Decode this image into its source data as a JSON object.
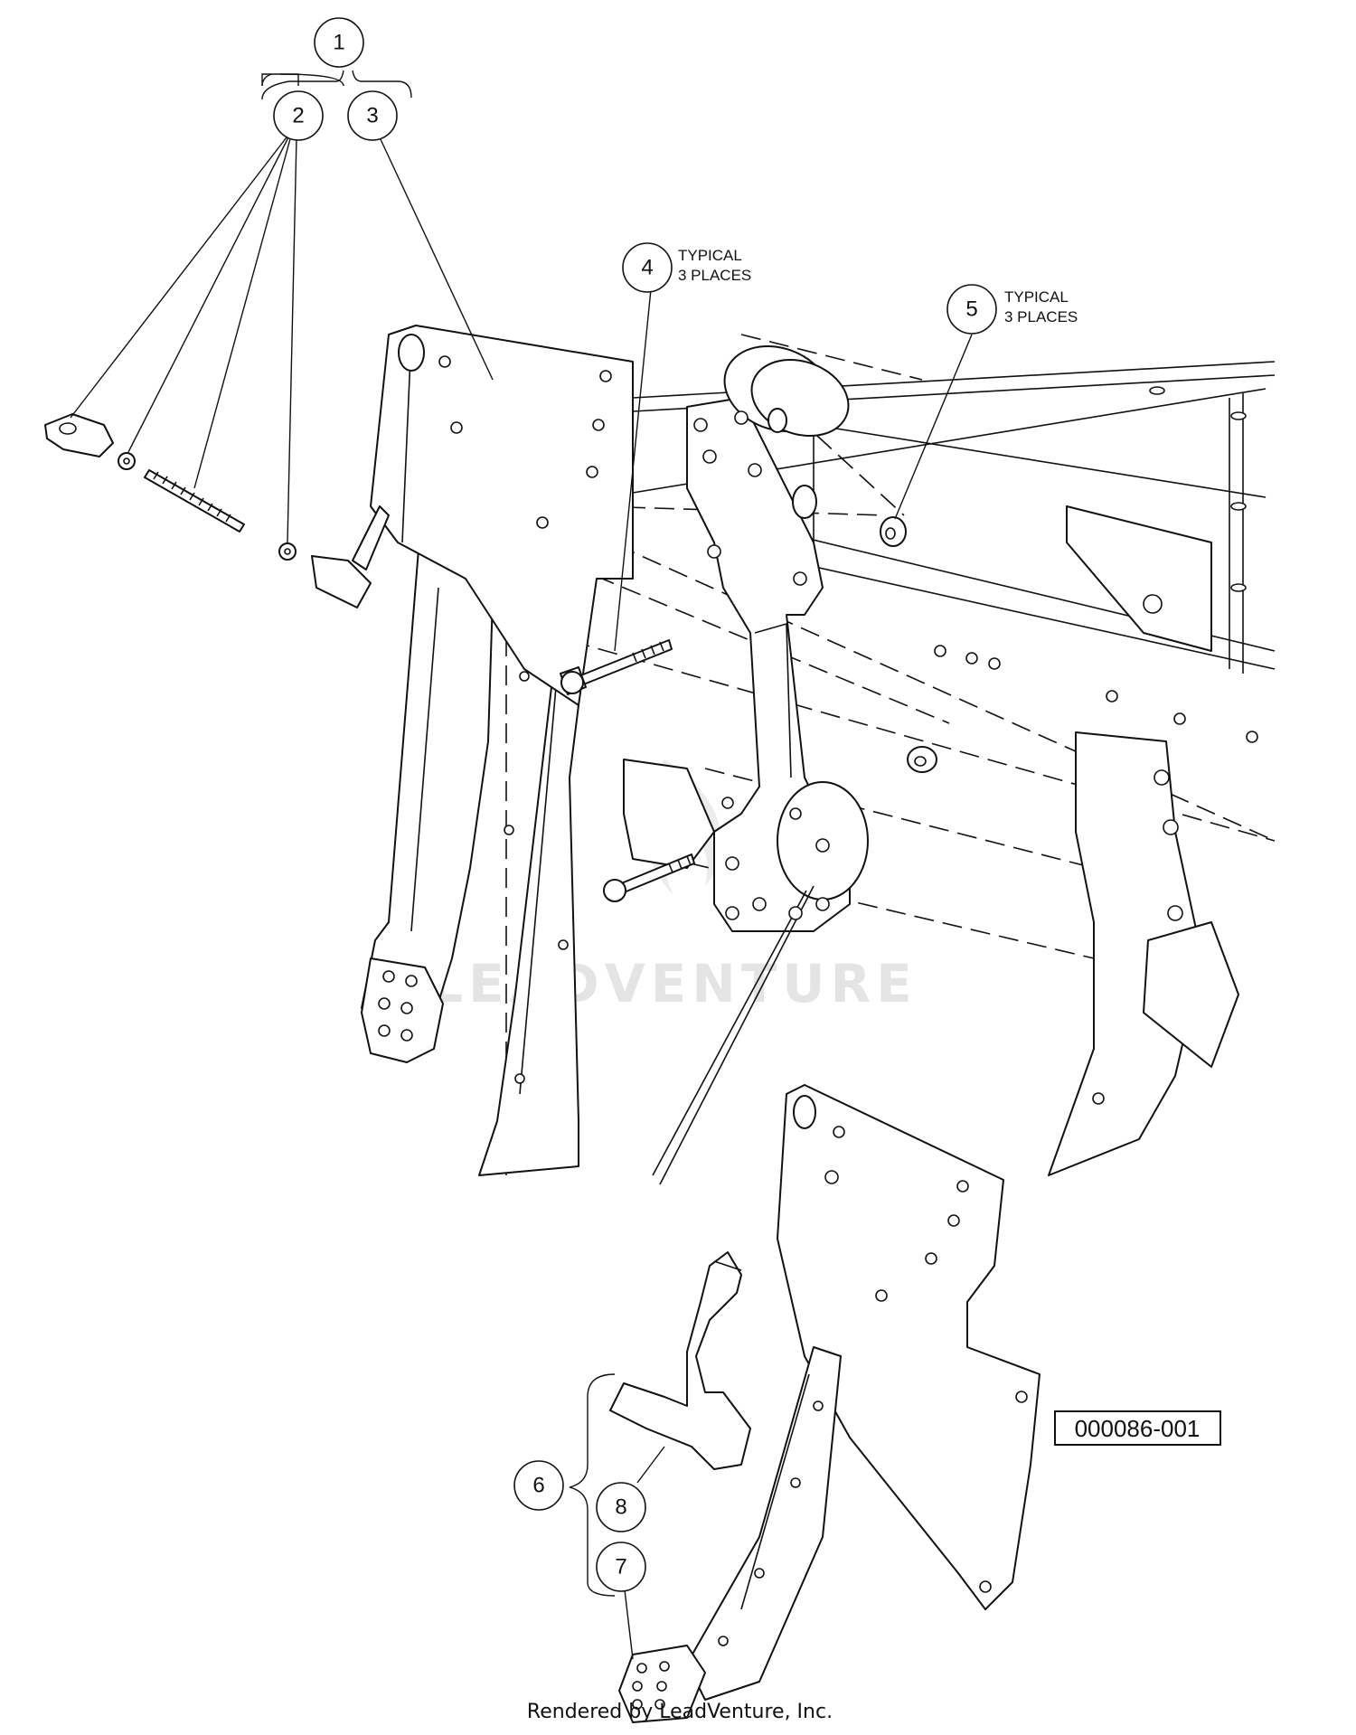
{
  "callouts": {
    "c1": "1",
    "c2": "2",
    "c3": "3",
    "c4": "4",
    "c5": "5",
    "c6": "6",
    "c7": "7",
    "c8": "8"
  },
  "notes": {
    "c4_line1": "TYPICAL",
    "c4_line2": "3 PLACES",
    "c5_line1": "TYPICAL",
    "c5_line2": "3 PLACES"
  },
  "reference_number": "000086-001",
  "watermark": "LEADVENTURE",
  "footer": "Rendered by LeadVenture, Inc."
}
